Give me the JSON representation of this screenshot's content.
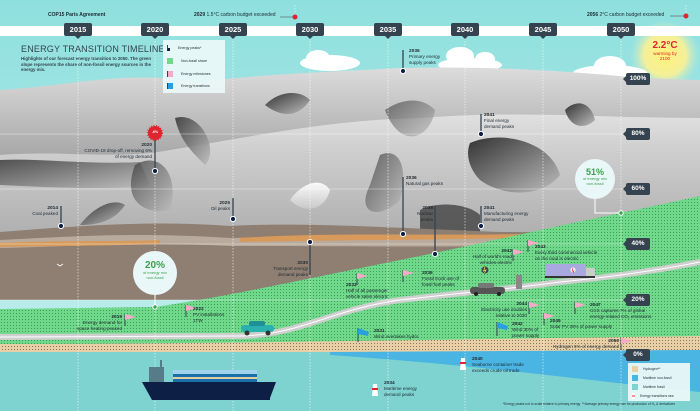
{
  "title": "ENERGY TRANSITION TIMELINE",
  "subtitle": "Highlights of our forecast energy transition to 2050. The green slope represents the share of non-fossil energy sources in the energy mix.",
  "years": [
    "2015",
    "2020",
    "2025",
    "2030",
    "2035",
    "2040",
    "2045",
    "2050"
  ],
  "percent_levels": [
    "100%",
    "80%",
    "60%",
    "40%",
    "20%",
    "0%"
  ],
  "top_events": [
    {
      "year": "",
      "text": "COP15 Paris Agreement"
    },
    {
      "year": "2029",
      "text": "1.5°C carbon budget exceeded"
    },
    {
      "year": "2056",
      "text": "2°C carbon budget exceeded"
    }
  ],
  "warming": {
    "value": "2.2°C",
    "text": "warming by 2100"
  },
  "legend": [
    {
      "label": "Energy peaks*",
      "icon": "peak-marker-icon"
    },
    {
      "label": "Non-fossil share",
      "color": "#6fd88a"
    },
    {
      "label": "Energy milestones",
      "icon": "pink-flag-icon"
    },
    {
      "label": "Energy transitions",
      "icon": "windsock-icon"
    }
  ],
  "peaks": [
    {
      "year": "2014",
      "text": "Coal peaked"
    },
    {
      "year": "2020",
      "text": "COVID-19 drop-off, removing 6% of energy demand",
      "badge": "-6%"
    },
    {
      "year": "2025",
      "text": "Oil peaks"
    },
    {
      "year": "2030",
      "text": "Transport energy demand peaks"
    },
    {
      "year": "2036",
      "text": "Primary energy supply peaks"
    },
    {
      "year": "2041",
      "text": "Final energy demand peaks"
    },
    {
      "year": "2036",
      "text": "Natural gas peaks"
    },
    {
      "year": "2038",
      "text": "Nuclear peaks"
    },
    {
      "year": "2041",
      "text": "Manufacturing energy demand peaks"
    }
  ],
  "non_fossil": [
    {
      "value": "20%",
      "text": "of energy mix non-fossil",
      "fraction": 0.2
    },
    {
      "value": "51%",
      "text": "of energy mix non-fossil",
      "fraction": 0.51
    }
  ],
  "milestones": [
    {
      "year": "2019",
      "text": "Energy demand for space heating peaked"
    },
    {
      "year": "2022",
      "text": "PV installations 1TW"
    },
    {
      "year": "2032",
      "text": "Half of all passenger vehicle sales electric"
    },
    {
      "year": "2036",
      "text": "Fossil truck use of fossil fuel peaks"
    },
    {
      "year": "2042",
      "text": "Half of world's road vehicles electric"
    },
    {
      "year": "2043",
      "text": "Every third commercial vehicle on the road is electric"
    },
    {
      "year": "2044",
      "text": "Electricity use doubles relative to 2020"
    },
    {
      "year": "2045",
      "text": "Solar PV 35% of power supply"
    },
    {
      "year": "2047",
      "text": "CCS captures 7% of global energy-related CO₂ emissions"
    },
    {
      "year": "2050",
      "text": "Hydrogen 5% of energy demand"
    }
  ],
  "transitions": [
    {
      "year": "2031",
      "text": "Wind overtakes hydro"
    },
    {
      "year": "2042",
      "text": "Wind 30% of power supply"
    }
  ],
  "sea_events": [
    {
      "year": "2034",
      "text": "Maritime energy demand peaks"
    },
    {
      "year": "2040",
      "text": "Seaborne container trade exceeds crude oil trade"
    }
  ],
  "legend2": [
    {
      "label": "Hydrogen**",
      "color": "#e8cfa6"
    },
    {
      "label": "Maritime non-fossil",
      "color": "#4ab4e2"
    },
    {
      "label": "Maritime fossil",
      "color": "#7ed2d0"
    },
    {
      "label": "Energy transitions sea",
      "icon": "lighthouse-icon"
    }
  ],
  "footnotes": [
    "*Energy peaks not to scale relative to primary energy",
    "**Average primary energy use for production of H₂ & derivatives"
  ],
  "colors": {
    "sky": "#a8e6e6",
    "green": "#6fd88a",
    "brown": "#8f7f72",
    "sea": "#7ed2d0",
    "accent_red": "#e0252f",
    "badge": "#34434f"
  }
}
